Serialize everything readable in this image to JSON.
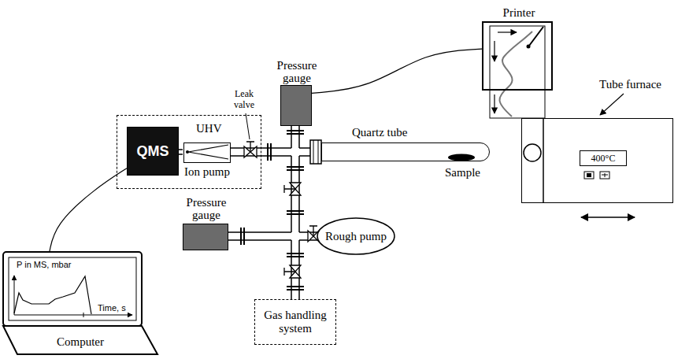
{
  "diagram": {
    "nodes": [
      {
        "text": [
          "UHV"
        ]
      },
      {
        "text": [
          "QMS"
        ],
        "in": 0
      },
      {
        "text": [
          "Ion pump"
        ],
        "in": 0
      },
      {
        "text": [
          "Pressure gauge"
        ]
      },
      {
        "text": [
          "Printer"
        ]
      },
      {
        "text": [
          "Quartz tube"
        ]
      },
      {
        "text": [
          "Tube furnace"
        ]
      },
      {
        "text": [
          "400°C"
        ],
        "in": 6
      },
      {
        "text": [
          "Pressure gauge"
        ]
      },
      {
        "text": [
          "Rough pump"
        ]
      },
      {
        "text": [
          "Gas handling system"
        ]
      },
      {
        "text": [
          "Computer"
        ]
      }
    ],
    "edges": [
      {
        "from": 3,
        "to": 4,
        "arrow": "none"
      },
      {
        "from": 1,
        "to": 11,
        "arrow": "none"
      }
    ],
    "labels": [
      "Leak valve",
      "Sample",
      "P in MS, mbar",
      "Time, s"
    ]
  }
}
